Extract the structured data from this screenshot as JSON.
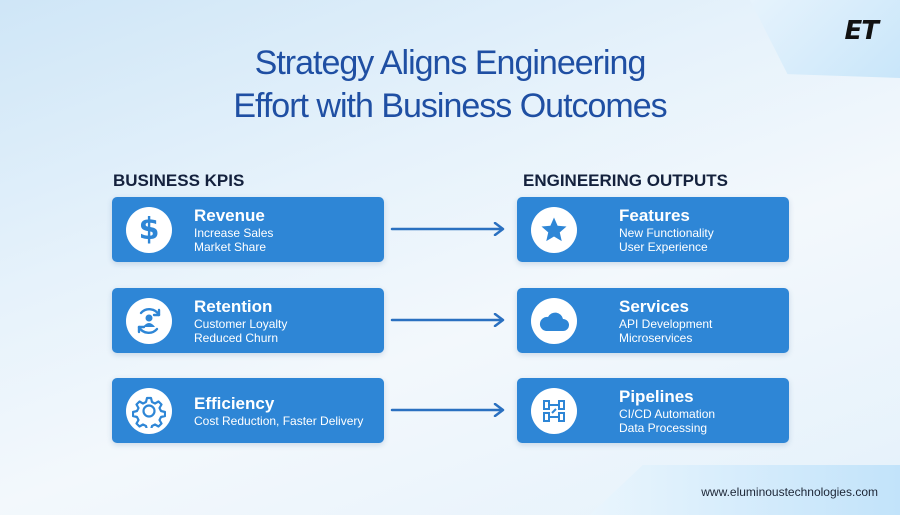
{
  "logo": "ET",
  "title": {
    "line1": "Strategy Aligns Engineering",
    "line2": "Effort with Business Outcomes"
  },
  "left_column": {
    "heading": "BUSINESS KPIS",
    "cards": [
      {
        "name": "Revenue",
        "lines": [
          "Increase Sales",
          "Market Share"
        ],
        "icon": "dollar-icon"
      },
      {
        "name": "Retention",
        "lines": [
          "Customer Loyalty",
          "Reduced Churn"
        ],
        "icon": "customer-cycle-icon"
      },
      {
        "name": "Efficiency",
        "lines": [
          "Cost Reduction, Faster Delivery"
        ],
        "icon": "gear-icon"
      }
    ]
  },
  "right_column": {
    "heading": "ENGINEERING OUTPUTS",
    "cards": [
      {
        "name": "Features",
        "lines": [
          "New Functionality",
          "User Experience"
        ],
        "icon": "star-icon"
      },
      {
        "name": "Services",
        "lines": [
          "API Development",
          "Microservices"
        ],
        "icon": "cloud-icon"
      },
      {
        "name": "Pipelines",
        "lines": [
          "CI/CD Automation",
          "Data Processing"
        ],
        "icon": "pipeline-icon"
      }
    ]
  },
  "footer": {
    "url": "www.eluminoustechnologies.com"
  },
  "colors": {
    "card": "#2e86d6",
    "title": "#1f4fa3",
    "arrow": "#2a70c0"
  }
}
